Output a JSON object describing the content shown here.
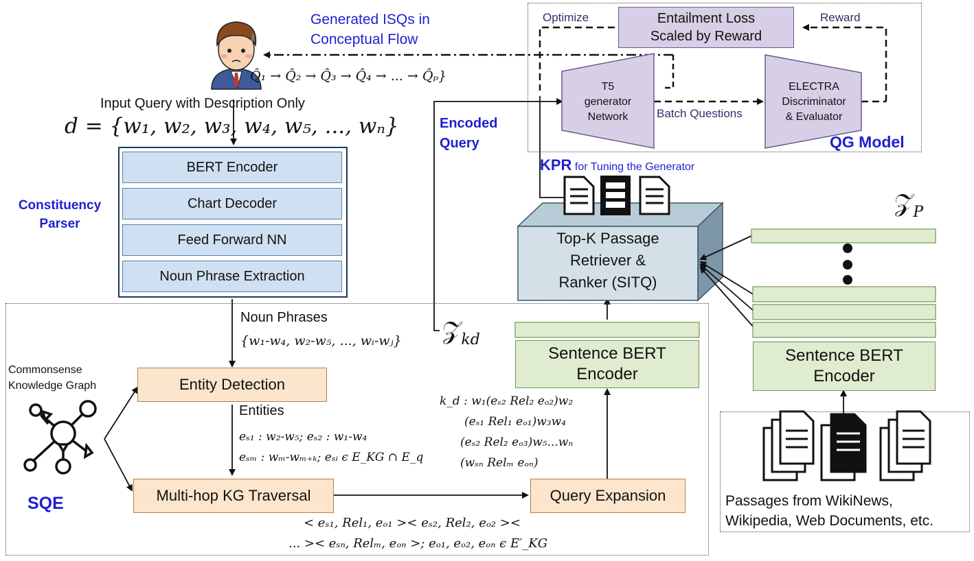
{
  "user": {
    "generated_isqs_line1": "Generated ISQs in",
    "generated_isqs_line2": "Conceptual Flow",
    "question_sequence": "Q̂₁ → Q̂₂ → Q̂₃ → Q̂₄ → ... → Q̂ₚ}",
    "input_query_label": "Input Query with Description Only",
    "input_query_formula": "d = {w₁, w₂, w₃, w₄, w₅, ..., wₙ}"
  },
  "constituency_parser": {
    "label_line1": "Constituency",
    "label_line2": "Parser",
    "layers": [
      "BERT Encoder",
      "Chart Decoder",
      "Feed Forward NN",
      "Noun Phrase Extraction"
    ]
  },
  "qg_model": {
    "title": "QG Model",
    "loss_line1": "Entailment Loss",
    "loss_line2": "Scaled by Reward",
    "optimize_label": "Optimize",
    "reward_label": "Reward",
    "generator_line1": "T5",
    "generator_line2": "generator",
    "generator_line3": "Network",
    "batch_questions_label": "Batch Questions",
    "discriminator_line1": "ELECTRA",
    "discriminator_line2": "Discriminator",
    "discriminator_line3": "& Evaluator"
  },
  "retrieval": {
    "encoded_query_line1": "Encoded",
    "encoded_query_line2": "Query",
    "kpr_label": "KPR",
    "kpr_sublabel": "for Tuning the Generator",
    "retriever_line1": "Top-K Passage",
    "retriever_line2": "Retriever &",
    "retriever_line3": "Ranker (SITQ)",
    "z_kd": "𝒵",
    "z_kd_sub": "kd",
    "z_p": "𝒵",
    "z_p_sub": "P",
    "sentence_bert_line1": "Sentence BERT",
    "sentence_bert_line2": "Encoder",
    "passages_line1": "Passages from WikiNews,",
    "passages_line2": "Wikipedia, Web Documents, etc."
  },
  "sqe": {
    "label": "SQE",
    "kg_label_line1": "Commonsense",
    "kg_label_line2": "Knowledge Graph",
    "noun_phrases_label": "Noun Phrases",
    "noun_phrases_formula": "{w₁-w₄, w₂-w₅, ..., wᵢ-wⱼ}",
    "entity_detection": "Entity Detection",
    "entities_label": "Entities",
    "entities_formula_line1": "eₛ₁ : w₂-w₅; eₛ₂ : w₁-w₄",
    "entities_formula_line2": "eₛₘ : wₘ-wₘ₊ₖ; eₛᵢ ϵ E_KG ∩ E_q",
    "kg_traversal": "Multi-hop KG Traversal",
    "query_expansion": "Query Expansion",
    "kd_line1": "k_d : w₁(eₛ₂ Rel₂ eₒ₂)w₂",
    "kd_line2": "(eₛ₁ Rel₁ eₒ₁)w₃w₄",
    "kd_line3": "(eₛ₂ Rel₂ eₒ₃)w₅...wₙ",
    "kd_line4": "(wₛₙ Relₘ eₒₙ)",
    "triples_line1": "< eₛ₁, Rel₁, eₒ₁ >< eₛ₂, Rel₂, eₒ₂ ><",
    "triples_line2": "... >< eₛₙ, Relₘ, eₒₙ >; eₒ₁, eₒ₂, eₒₙ ϵ E′_KG"
  },
  "colors": {
    "accent_blue": "#1f1fd0",
    "parser_fill": "#cfe0f2",
    "sqe_fill": "#fbe5cd",
    "encoder_fill": "#dfeccf",
    "qg_fill": "#d7cfe6",
    "retriever_fill": "#d3e0e8"
  }
}
